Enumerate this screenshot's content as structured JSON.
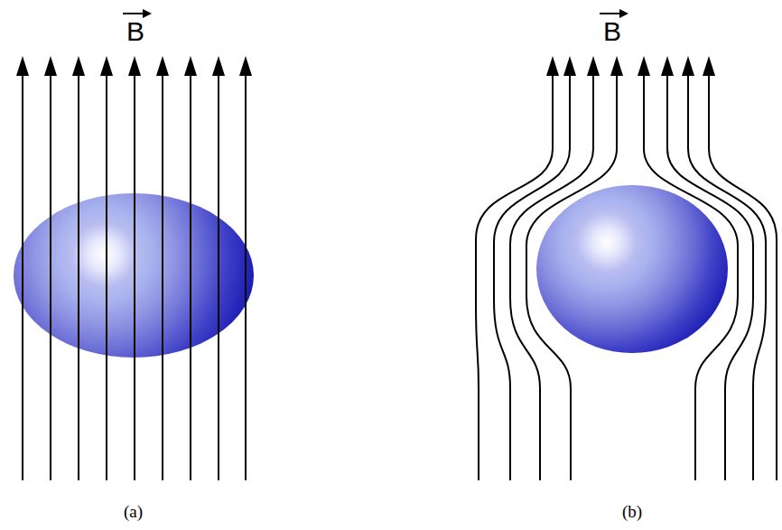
{
  "diagram": {
    "labels": [
      "B",
      "B",
      "(a)",
      "(b)"
    ]
  }
}
